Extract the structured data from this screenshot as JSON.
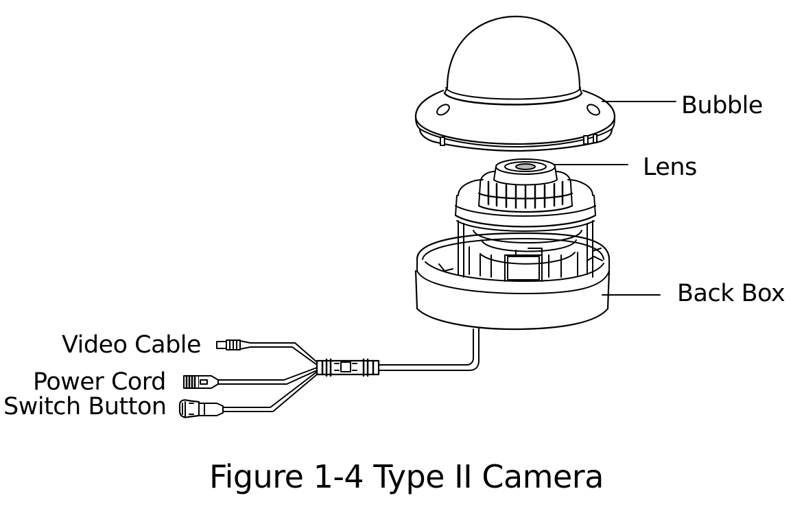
{
  "figure": {
    "caption": "Figure 1-4 Type II Camera",
    "labels": {
      "bubble": "Bubble",
      "lens": "Lens",
      "back_box": "Back Box",
      "video_cable": "Video Cable",
      "power_cord": "Power Cord",
      "switch_button": "Switch Button"
    },
    "colors": {
      "line": "#000000",
      "background": "#ffffff"
    }
  }
}
